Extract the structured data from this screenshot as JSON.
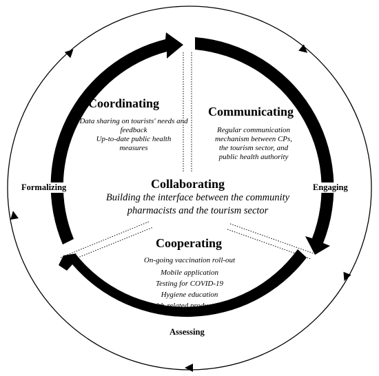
{
  "sectors": {
    "coordinating": {
      "title": "Coordinating",
      "items": [
        "Data sharing on tourists' needs and feedback",
        "Up-to-date public health measures"
      ]
    },
    "communicating": {
      "title": "Communicating",
      "items": [
        "Regular communication mechanism between CPs, the tourism sector, and public health authority"
      ]
    },
    "cooperating": {
      "title": "Cooperating",
      "items": [
        "On-going vaccination roll-out",
        "Mobile application",
        "Testing for COVID-19",
        "Hygiene education",
        "Health-related product supply"
      ]
    }
  },
  "center": {
    "title": "Collaborating",
    "subtitle": "Building the interface between the community pharmacists and the tourism sector"
  },
  "stages": {
    "formalizing": "Formalizing",
    "engaging": "Engaging",
    "assessing": "Assessing"
  }
}
